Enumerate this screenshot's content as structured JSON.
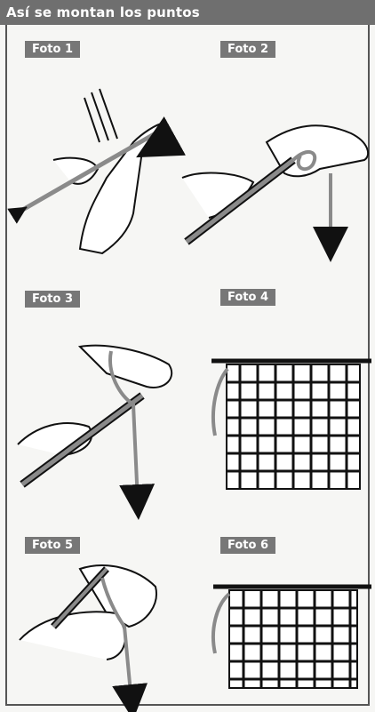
{
  "title": "Así se montan los puntos",
  "labels": [
    "Foto 1",
    "Foto 2",
    "Foto 3",
    "Foto 4",
    "Foto 5",
    "Foto 6"
  ],
  "colors": {
    "header_bg": "#6f6f6f",
    "label_bg": "#777777",
    "yarn": "#8a8a8a",
    "outline": "#111111",
    "paper": "#f6f6f4"
  },
  "icons": [
    "hand-illustration",
    "knitting-needle",
    "yarn-arrow",
    "knit-swatch"
  ]
}
